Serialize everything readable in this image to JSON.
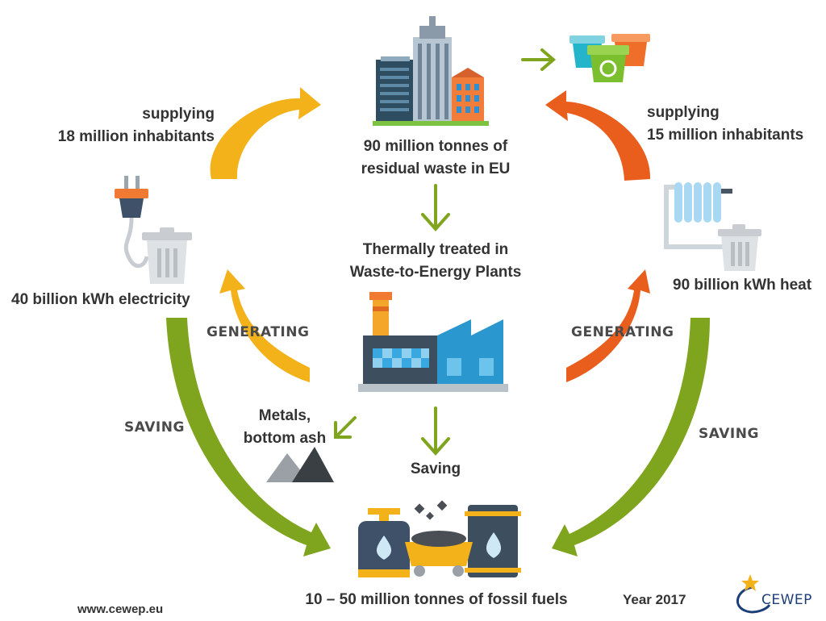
{
  "colors": {
    "yellow": "#f4b21a",
    "orange": "#e95d1d",
    "green": "#7fa51f",
    "text": "#333333"
  },
  "center": {
    "waste": "90 million tonnes of\nresidual waste in EU",
    "treated": "Thermally treated in\nWaste-to-Energy Plants",
    "saving": "Saving",
    "fossil": "10 – 50 million tonnes of fossil fuels"
  },
  "left": {
    "supplying": "supplying\n18 million inhabitants",
    "electricity": "40 billion kWh electricity",
    "generating": "GENERATING",
    "saving": "SAVING"
  },
  "right": {
    "supplying": "supplying\n15 million inhabitants",
    "heat": "90 billion kWh heat",
    "generating": "GENERATING",
    "saving": "SAVING"
  },
  "metals": "Metals,\nbottom ash",
  "footer": {
    "website": "www.cewep.eu",
    "year": "Year 2017",
    "logo": "CEWEP"
  },
  "icons": [
    "city-buildings-icon",
    "recycling-bins-icon",
    "power-plug-icon",
    "trash-bin-icon",
    "radiator-icon",
    "waste-to-energy-plant-icon",
    "ash-piles-icon",
    "fossil-fuels-icon",
    "cewep-logo"
  ]
}
